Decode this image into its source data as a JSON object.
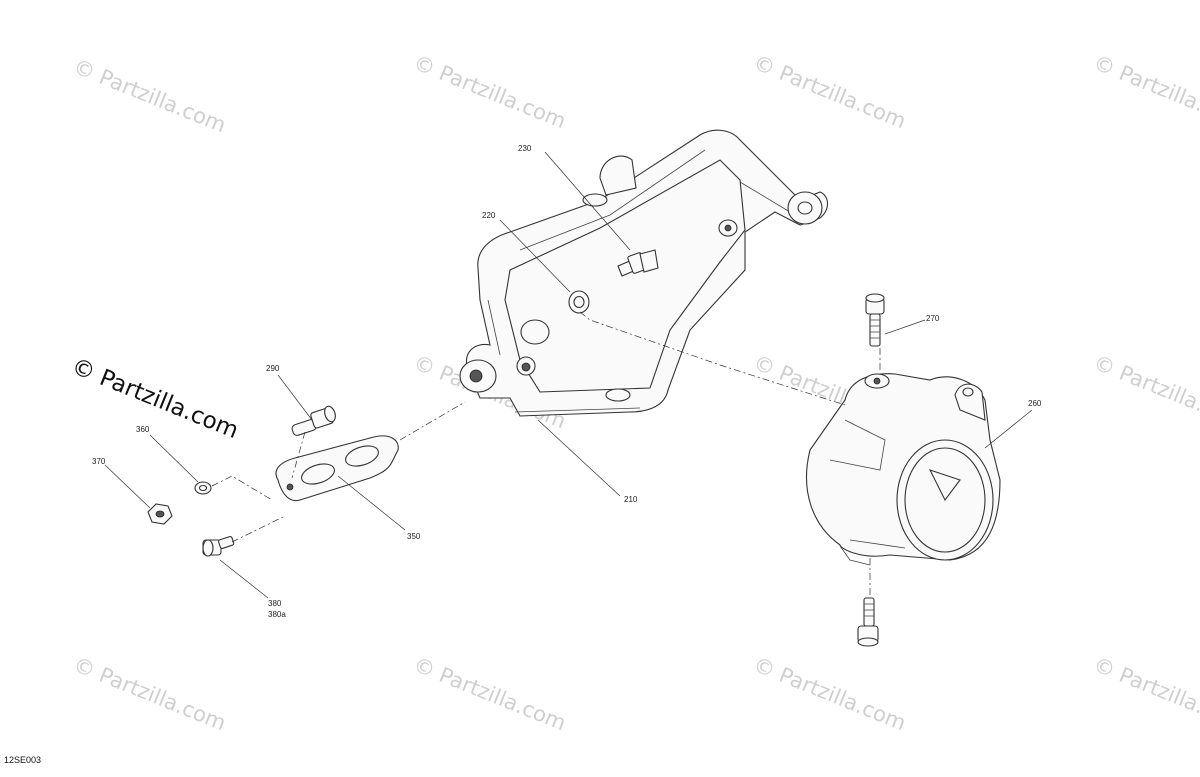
{
  "watermarks": {
    "text": "© Partzilla.com",
    "main": "© Partzilla.com"
  },
  "callouts": {
    "c210": "210",
    "c220": "220",
    "c230": "230",
    "c260": "260",
    "c270": "270",
    "c290": "290",
    "c350": "350",
    "c360": "360",
    "c370": "370",
    "c380": "380",
    "c380a": "380a"
  },
  "diagram_code": "12SE003"
}
